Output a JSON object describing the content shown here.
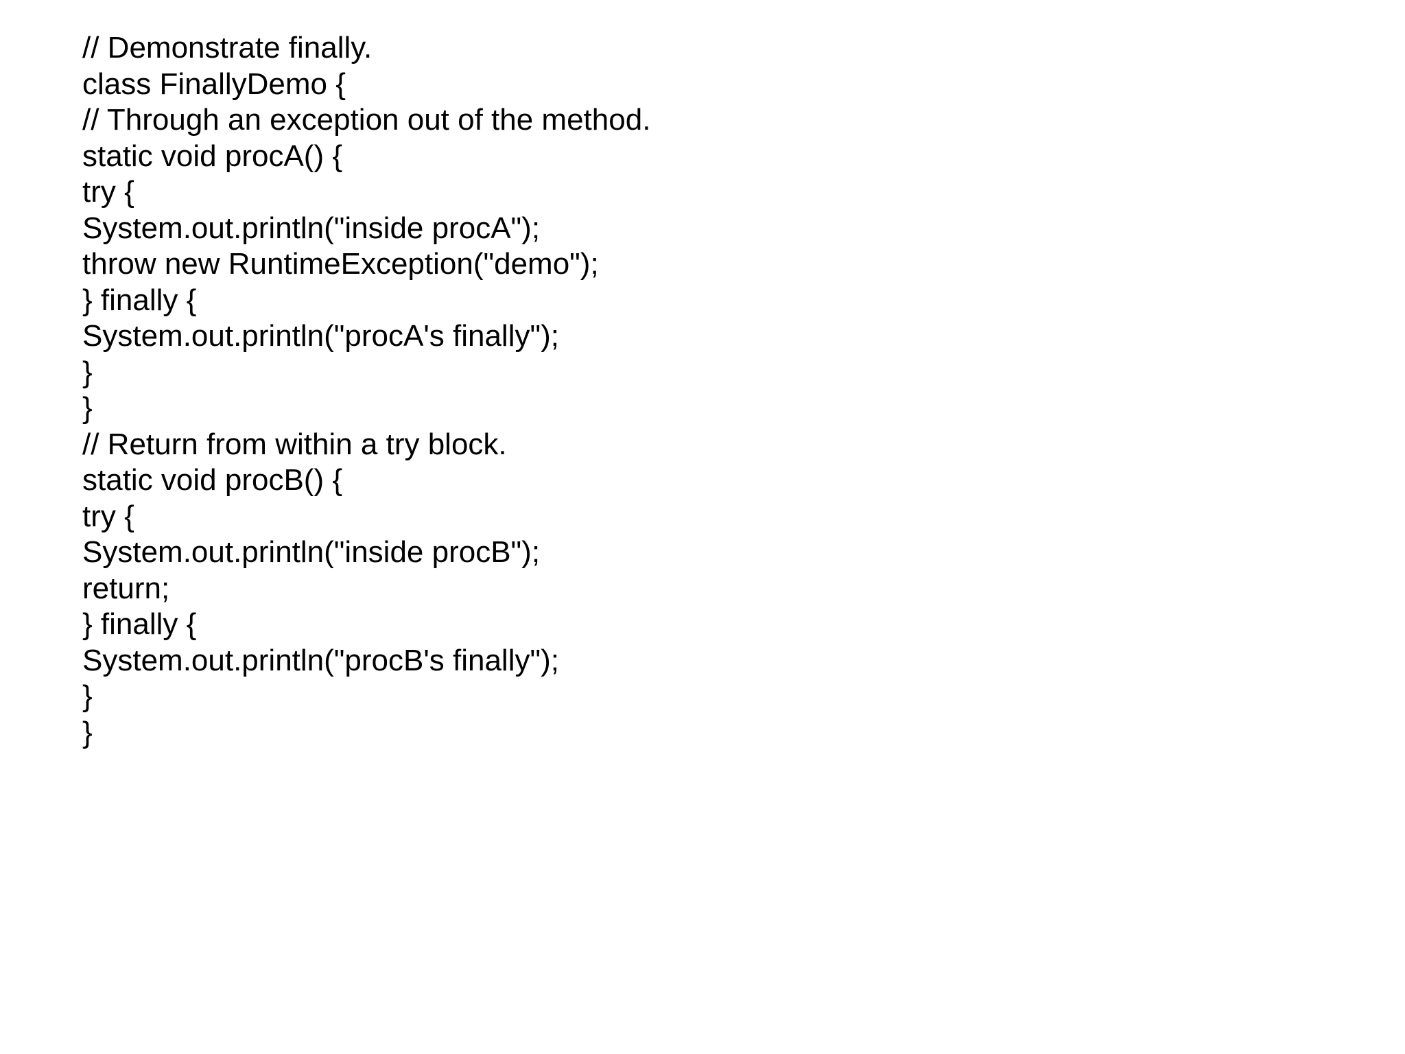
{
  "slide": {
    "background_color": "#ffffff",
    "text_color": "#000000",
    "title_present": false
  },
  "code": {
    "language": "java",
    "class_name": "FinallyDemo",
    "lines": [
      "// Demonstrate finally.",
      "class FinallyDemo {",
      "// Through an exception out of the method.",
      "static void procA() {",
      "try {",
      "System.out.println(\"inside procA\");",
      "throw new RuntimeException(\"demo\");",
      "} finally {",
      "System.out.println(\"procA's finally\");",
      "}",
      "}",
      "// Return from within a try block.",
      "static void procB() {",
      "try {",
      "System.out.println(\"inside procB\");",
      "return;",
      "} finally {",
      "System.out.println(\"procB's finally\");",
      "}",
      "}"
    ]
  }
}
